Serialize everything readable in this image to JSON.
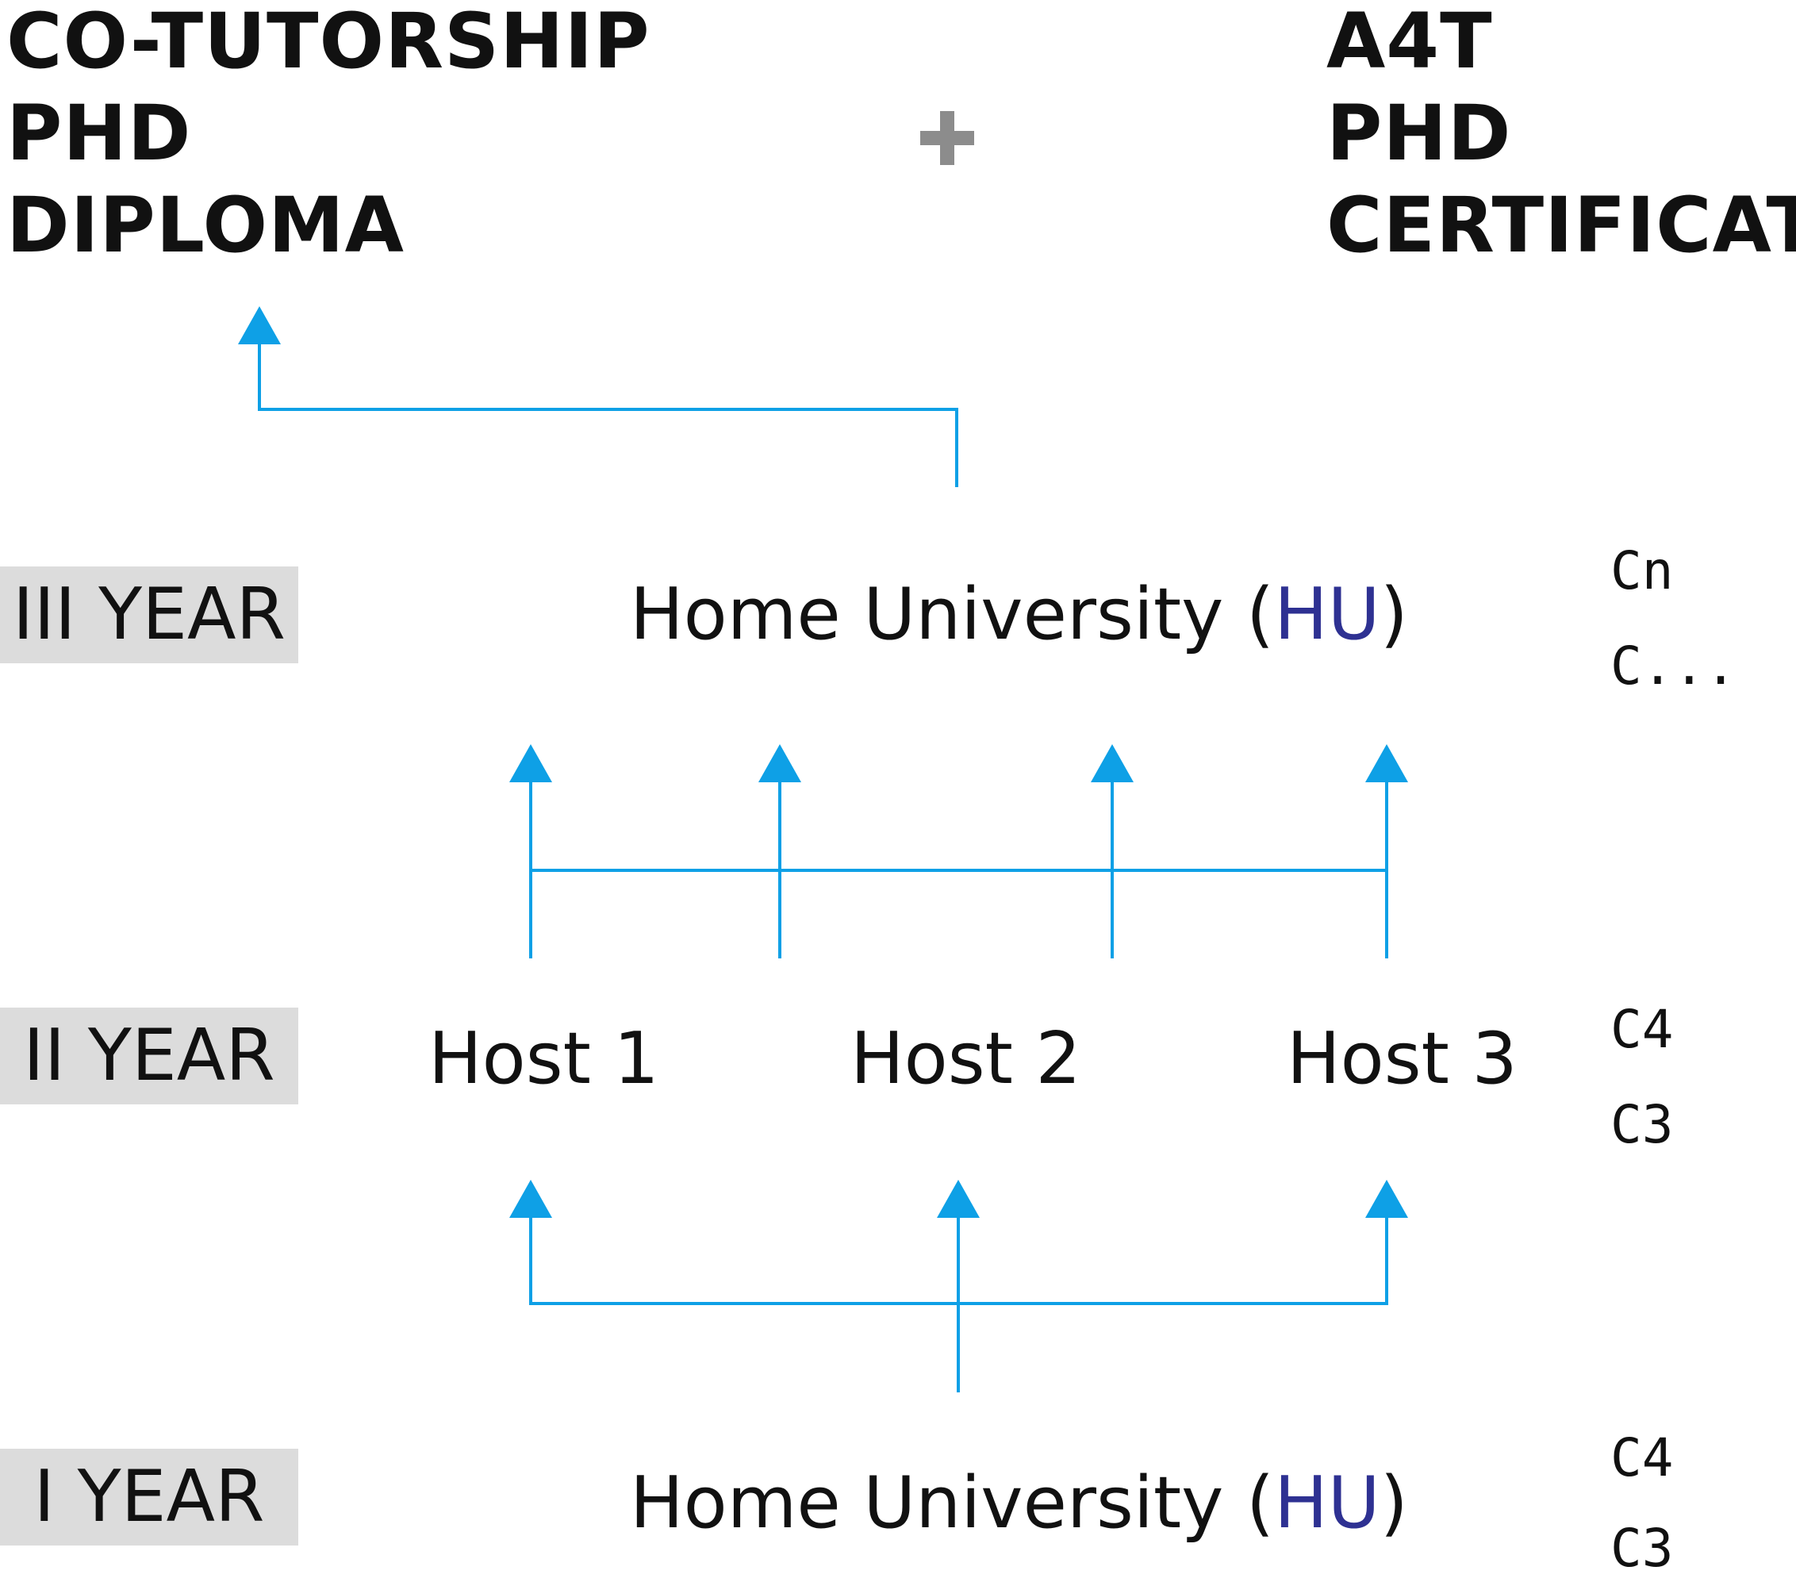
{
  "titles": {
    "left": [
      "CO-TUTORSHIP",
      "PHD",
      "DIPLOMA"
    ],
    "right": [
      "A4T",
      "PHD",
      "CERTIFICATE"
    ]
  },
  "years": {
    "third": "III YEAR",
    "second": "II YEAR",
    "first": "I YEAR"
  },
  "home_university": {
    "name": "Home University",
    "open": "(",
    "abbr": "HU",
    "close": ")"
  },
  "hosts": [
    "Host 1",
    "Host 2",
    "Host 3"
  ],
  "courses": {
    "third": [
      "Cn",
      "C..."
    ],
    "second": [
      "C4",
      "C3"
    ],
    "first": [
      "C4",
      "C3"
    ]
  },
  "colors": {
    "connector": "#0ea0e6",
    "hu_abbr": "#2e3192",
    "year_label_bg": "#dcdcdc",
    "plus_sign": "#8c8c8c"
  }
}
